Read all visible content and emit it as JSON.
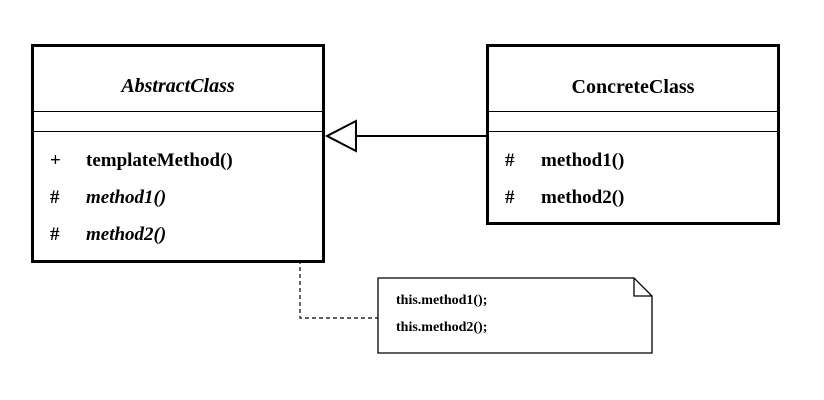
{
  "abstract_class": {
    "name": "AbstractClass",
    "operations": [
      {
        "visibility": "+",
        "name": "templateMethod()",
        "abstract": false
      },
      {
        "visibility": "#",
        "name": "method1()",
        "abstract": true
      },
      {
        "visibility": "#",
        "name": "method2()",
        "abstract": true
      }
    ]
  },
  "concrete_class": {
    "name": "ConcreteClass",
    "operations": [
      {
        "visibility": "#",
        "name": "method1()"
      },
      {
        "visibility": "#",
        "name": "method2()"
      }
    ]
  },
  "note": {
    "lines": [
      "this.method1();",
      "this.method2();"
    ]
  }
}
